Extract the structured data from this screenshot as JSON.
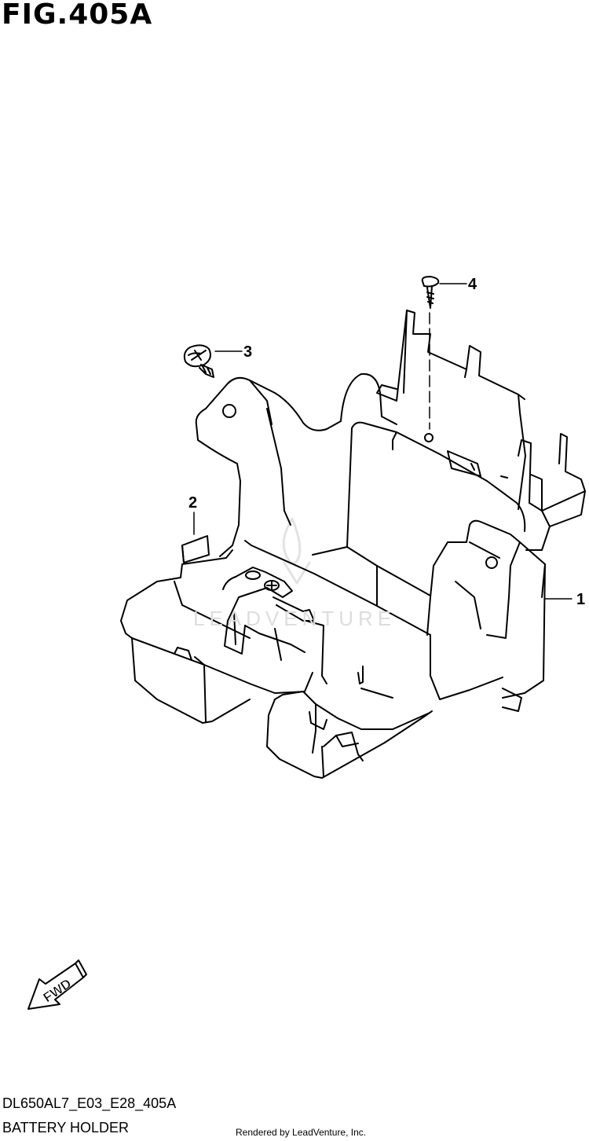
{
  "figure": {
    "title": "FIG.405A",
    "code": "DL650AL7_E03_E28_405A",
    "name": "BATTERY HOLDER",
    "credit": "Rendered by LeadVenture, Inc."
  },
  "watermark": {
    "text": "LEADVENTURE"
  },
  "direction_arrow": {
    "label": "FWD"
  },
  "callouts": [
    "1",
    "2",
    "3",
    "4"
  ],
  "colors": {
    "line": "#000000",
    "watermark": "#dddddd",
    "background": "#ffffff"
  }
}
